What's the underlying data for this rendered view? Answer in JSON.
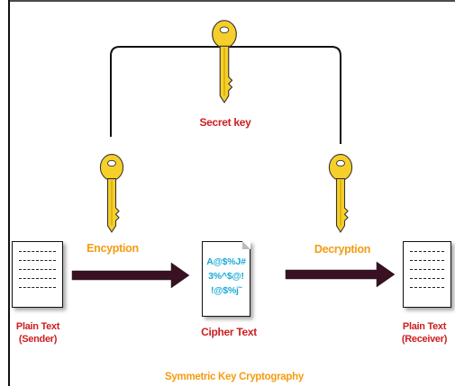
{
  "labels": {
    "secret_key": "Secret key",
    "encryption": "Encyption",
    "decryption": "Decryption",
    "plain_text_sender_line1": "Plain Text",
    "plain_text_sender_line2": "(Sender)",
    "cipher_text": "Cipher Text",
    "plain_text_receiver_line1": "Plain Text",
    "plain_text_receiver_line2": "(Receiver)",
    "title": "Symmetric Key Cryptography"
  },
  "cipher_content": {
    "line1": "A@$%J#",
    "line2": "3%^$@!",
    "line3": "!@$%j˜"
  },
  "colors": {
    "key_fill": "#f7cf2a",
    "arrow_fill": "#3a1023",
    "label_red": "#cc1f1f",
    "label_orange": "#f39c12",
    "cipher_blue": "#1aa9d6"
  }
}
